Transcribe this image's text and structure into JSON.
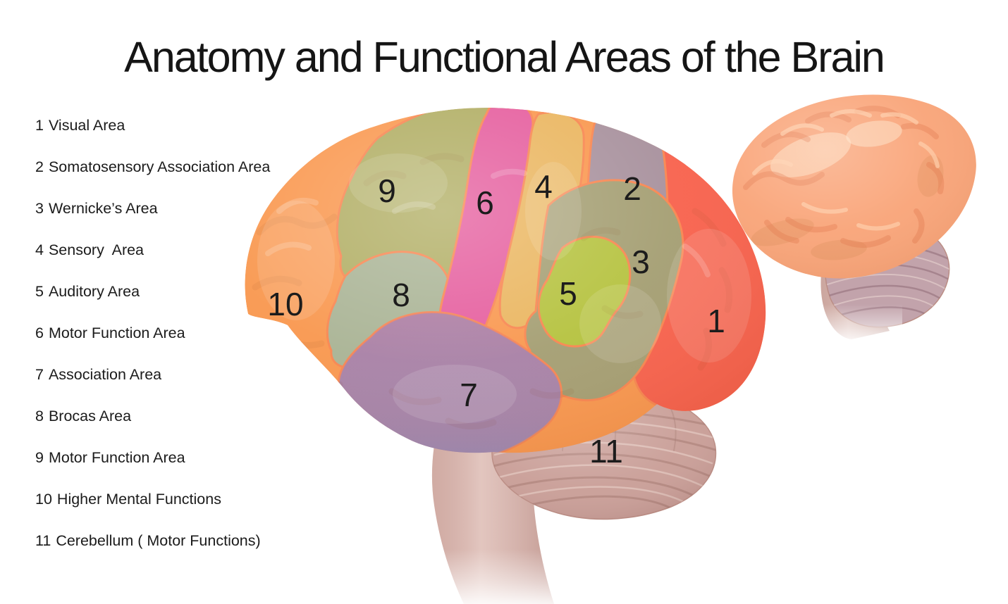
{
  "title": "Anatomy and Functional Areas of the Brain",
  "legend": {
    "items": [
      {
        "number": "1",
        "label": "Visual Area"
      },
      {
        "number": "2",
        "label": "Somatosensory Association Area"
      },
      {
        "number": "3",
        "label": "Wernicke’s Area"
      },
      {
        "number": "4",
        "label": "Sensory  Area"
      },
      {
        "number": "5",
        "label": "Auditory Area"
      },
      {
        "number": "6",
        "label": "Motor Function Area"
      },
      {
        "number": "7",
        "label": "Association Area"
      },
      {
        "number": "8",
        "label": "Brocas Area"
      },
      {
        "number": "9",
        "label": "Motor Function Area"
      },
      {
        "number": "10",
        "label": "Higher Mental Functions"
      },
      {
        "number": "11",
        "label": "Cerebellum ( Motor Functions)"
      }
    ]
  },
  "diagram": {
    "regions": [
      {
        "number": "1",
        "name": "Visual Area",
        "color": "#f8614c"
      },
      {
        "number": "2",
        "name": "Somatosensory Association Area",
        "color": "#a8919d"
      },
      {
        "number": "3",
        "name": "Wernicke's Area",
        "color": "#a49e72"
      },
      {
        "number": "4",
        "name": "Sensory Area",
        "color": "#eab55e"
      },
      {
        "number": "5",
        "name": "Auditory Area",
        "color": "#b5c23e"
      },
      {
        "number": "6",
        "name": "Motor Function Area",
        "color": "#e55c9d"
      },
      {
        "number": "7",
        "name": "Association Area",
        "color": "#a583a8"
      },
      {
        "number": "8",
        "name": "Brocas Area",
        "color": "#a9b394"
      },
      {
        "number": "9",
        "name": "Motor Function Area",
        "color": "#b0ad62"
      },
      {
        "number": "10",
        "name": "Higher Mental Functions",
        "color": "#f9974e"
      },
      {
        "number": "11",
        "name": "Cerebellum (Motor Functions)",
        "color": "#c99e97"
      }
    ],
    "border_color": "#f8854f",
    "stem_color": "#dcb9b1",
    "number_color": "#1c1c1c",
    "small_brain": {
      "cortex_color": "#f9a478",
      "cerebellum_color": "#c2a3ab",
      "stem_color": "#d6b3ab"
    }
  }
}
